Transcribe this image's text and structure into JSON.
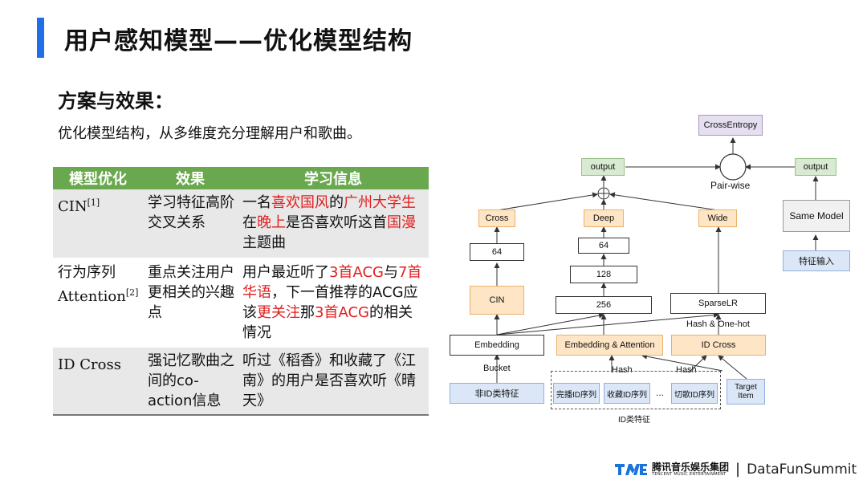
{
  "slide": {
    "title": "用户感知模型——优化模型结构",
    "subtitle": "方案与效果：",
    "description": "优化模型结构，从多维度充分理解用户和歌曲。"
  },
  "table": {
    "headers": [
      "模型优化",
      "效果",
      "学习信息"
    ],
    "rows": [
      {
        "name": "CIN",
        "ref": "[1]",
        "effect": "学习特征高阶交叉关系",
        "info": [
          {
            "t": "一名",
            "hl": false
          },
          {
            "t": "喜欢国风",
            "hl": true
          },
          {
            "t": "的",
            "hl": false
          },
          {
            "t": "广州大学生",
            "hl": true
          },
          {
            "t": "在",
            "hl": false
          },
          {
            "t": "晚上",
            "hl": true
          },
          {
            "t": "是否喜欢听这首",
            "hl": false
          },
          {
            "t": "国漫",
            "hl": true
          },
          {
            "t": "主题曲",
            "hl": false
          }
        ]
      },
      {
        "name": "行为序列 Attention",
        "ref": "[2]",
        "effect": "重点关注用户更相关的兴趣点",
        "info": [
          {
            "t": "用户最近听了",
            "hl": false
          },
          {
            "t": "3首ACG",
            "hl": true
          },
          {
            "t": "与",
            "hl": false
          },
          {
            "t": "7首华语",
            "hl": true
          },
          {
            "t": "，下一首推荐的ACG应该",
            "hl": false
          },
          {
            "t": "更关注",
            "hl": true
          },
          {
            "t": "那",
            "hl": false
          },
          {
            "t": "3首ACG",
            "hl": true
          },
          {
            "t": "的相关情况",
            "hl": false
          }
        ]
      },
      {
        "name": "ID Cross",
        "ref": "",
        "effect": "强记忆歌曲之间的co-action信息",
        "info": [
          {
            "t": "听过《稻香》和收藏了《江南》的用户是否喜欢听《晴天》",
            "hl": false
          }
        ]
      }
    ]
  },
  "diagram": {
    "cross_entropy": "CrossEntropy",
    "output_left": "output",
    "output_right": "output",
    "pairwise": "Pair-wise",
    "cross": "Cross",
    "deep": "Deep",
    "wide": "Wide",
    "same_model": "Same Model",
    "feature_input": "特征输入",
    "cross_64": "64",
    "deep_64": "64",
    "deep_128": "128",
    "deep_256": "256",
    "cin": "CIN",
    "sparse_lr": "SparseLR",
    "hash_onehot": "Hash & One-hot",
    "embedding": "Embedding",
    "embedding_attention": "Embedding & Attention",
    "id_cross": "ID Cross",
    "bucket": "Bucket",
    "hash_1": "Hash",
    "hash_2": "Hash",
    "non_id_features": "非ID类特征",
    "seq_play": "完播ID序列",
    "seq_collect": "收藏ID序列",
    "ellipsis": "...",
    "seq_cut": "切歌ID序列",
    "target_item": "Target Item",
    "id_features": "ID类特征",
    "plus_symbol": "⊕"
  },
  "footer": {
    "company": "腾讯音乐娱乐集团",
    "company_en": "TENCENT MUSIC ENTERTAINMENT",
    "separator": "|",
    "summit": "DataFunSummit"
  },
  "colors": {
    "accent": "#1f6fe8",
    "table_header": "#6aa84f",
    "highlight": "#e02020",
    "green_box": "#d9ead3",
    "orange_box": "#fde5c5",
    "blue_box": "#dbe7f7",
    "purple_box": "#e6dff0"
  }
}
